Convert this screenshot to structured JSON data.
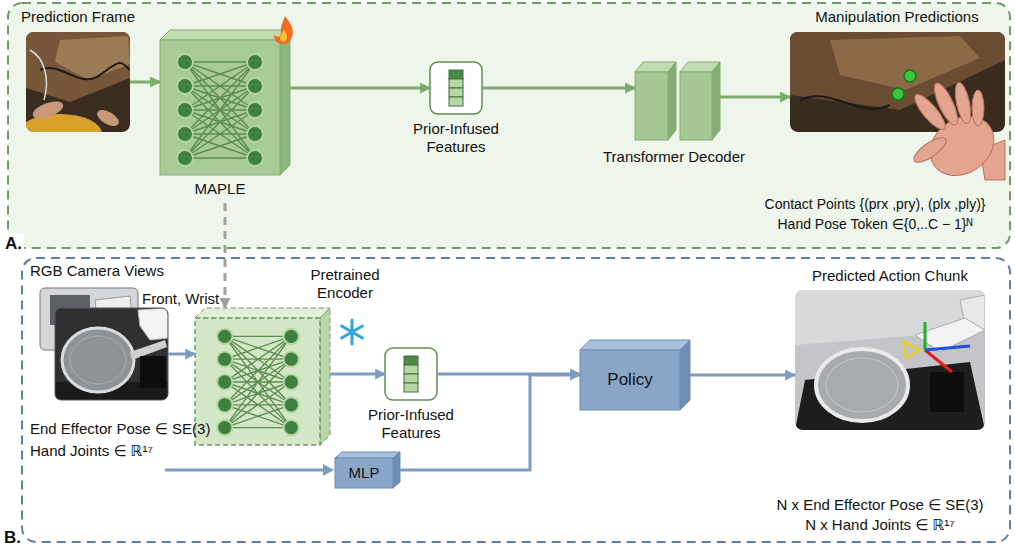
{
  "diagram": {
    "nodes": [
      {
        "text": [
          "A."
        ]
      },
      {
        "text": [
          "Prediction Frame"
        ],
        "in": 0
      },
      {
        "text": [
          "MAPLE"
        ],
        "in": 0
      },
      {
        "text": [
          "Prior-Infused Features"
        ],
        "in": 0
      },
      {
        "text": [
          "Transformer Decoder"
        ],
        "in": 0
      },
      {
        "text": [
          "Manipulation Predictions",
          "Contact Points {(prx ,pry), (plx ,ply)}",
          "Hand Pose Token ∈{0,..C − 1}ᴺ"
        ],
        "in": 0
      },
      {
        "text": [
          "B."
        ]
      },
      {
        "text": [
          "RGB Camera Views",
          "Front, Wrist"
        ],
        "in": 6
      },
      {
        "text": [
          "Pretrained Encoder"
        ],
        "in": 6
      },
      {
        "text": [
          "Prior-Infused Features"
        ],
        "in": 6
      },
      {
        "text": [
          "MLP"
        ],
        "in": 6
      },
      {
        "text": [
          "Policy"
        ],
        "in": 6
      },
      {
        "text": [
          "Predicted Action Chunk",
          "N x End Effector Pose ∈ SE(3)",
          "N x Hand Joints ∈ ℝ¹⁷"
        ],
        "in": 6
      }
    ],
    "edges": [
      {
        "from": 1,
        "to": 2,
        "arrow": "to"
      },
      {
        "from": 2,
        "to": 3,
        "arrow": "to"
      },
      {
        "from": 3,
        "to": 4,
        "arrow": "to"
      },
      {
        "from": 4,
        "to": 5,
        "arrow": "to"
      },
      {
        "from": 2,
        "to": 8,
        "arrow": "to"
      },
      {
        "from": 7,
        "to": 8,
        "arrow": "to"
      },
      {
        "from": 8,
        "to": 9,
        "arrow": "to"
      },
      {
        "from": 9,
        "to": 11,
        "arrow": "to"
      },
      {
        "from": 10,
        "to": 11,
        "arrow": "to"
      },
      {
        "from": 11,
        "to": 12,
        "arrow": "to"
      }
    ],
    "labels": [
      "End Effector Pose ∈ SE(3)",
      "Hand Joints ∈ ℝ¹⁷"
    ]
  }
}
